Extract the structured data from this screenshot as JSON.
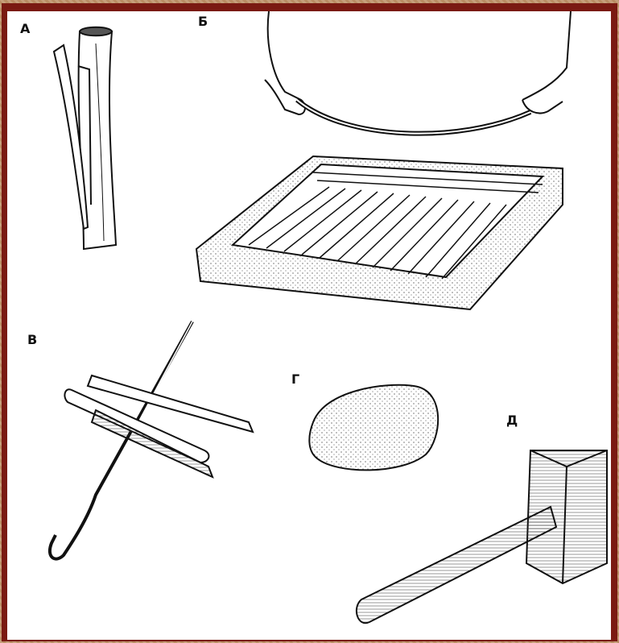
{
  "labels": {
    "a": "А",
    "b": "Б",
    "v": "В",
    "g": "Г",
    "d": "Д"
  },
  "colors": {
    "frame_border": "#7a1a12",
    "background_pattern": "#c6a07c",
    "ink": "#111111",
    "paper": "#ffffff"
  }
}
